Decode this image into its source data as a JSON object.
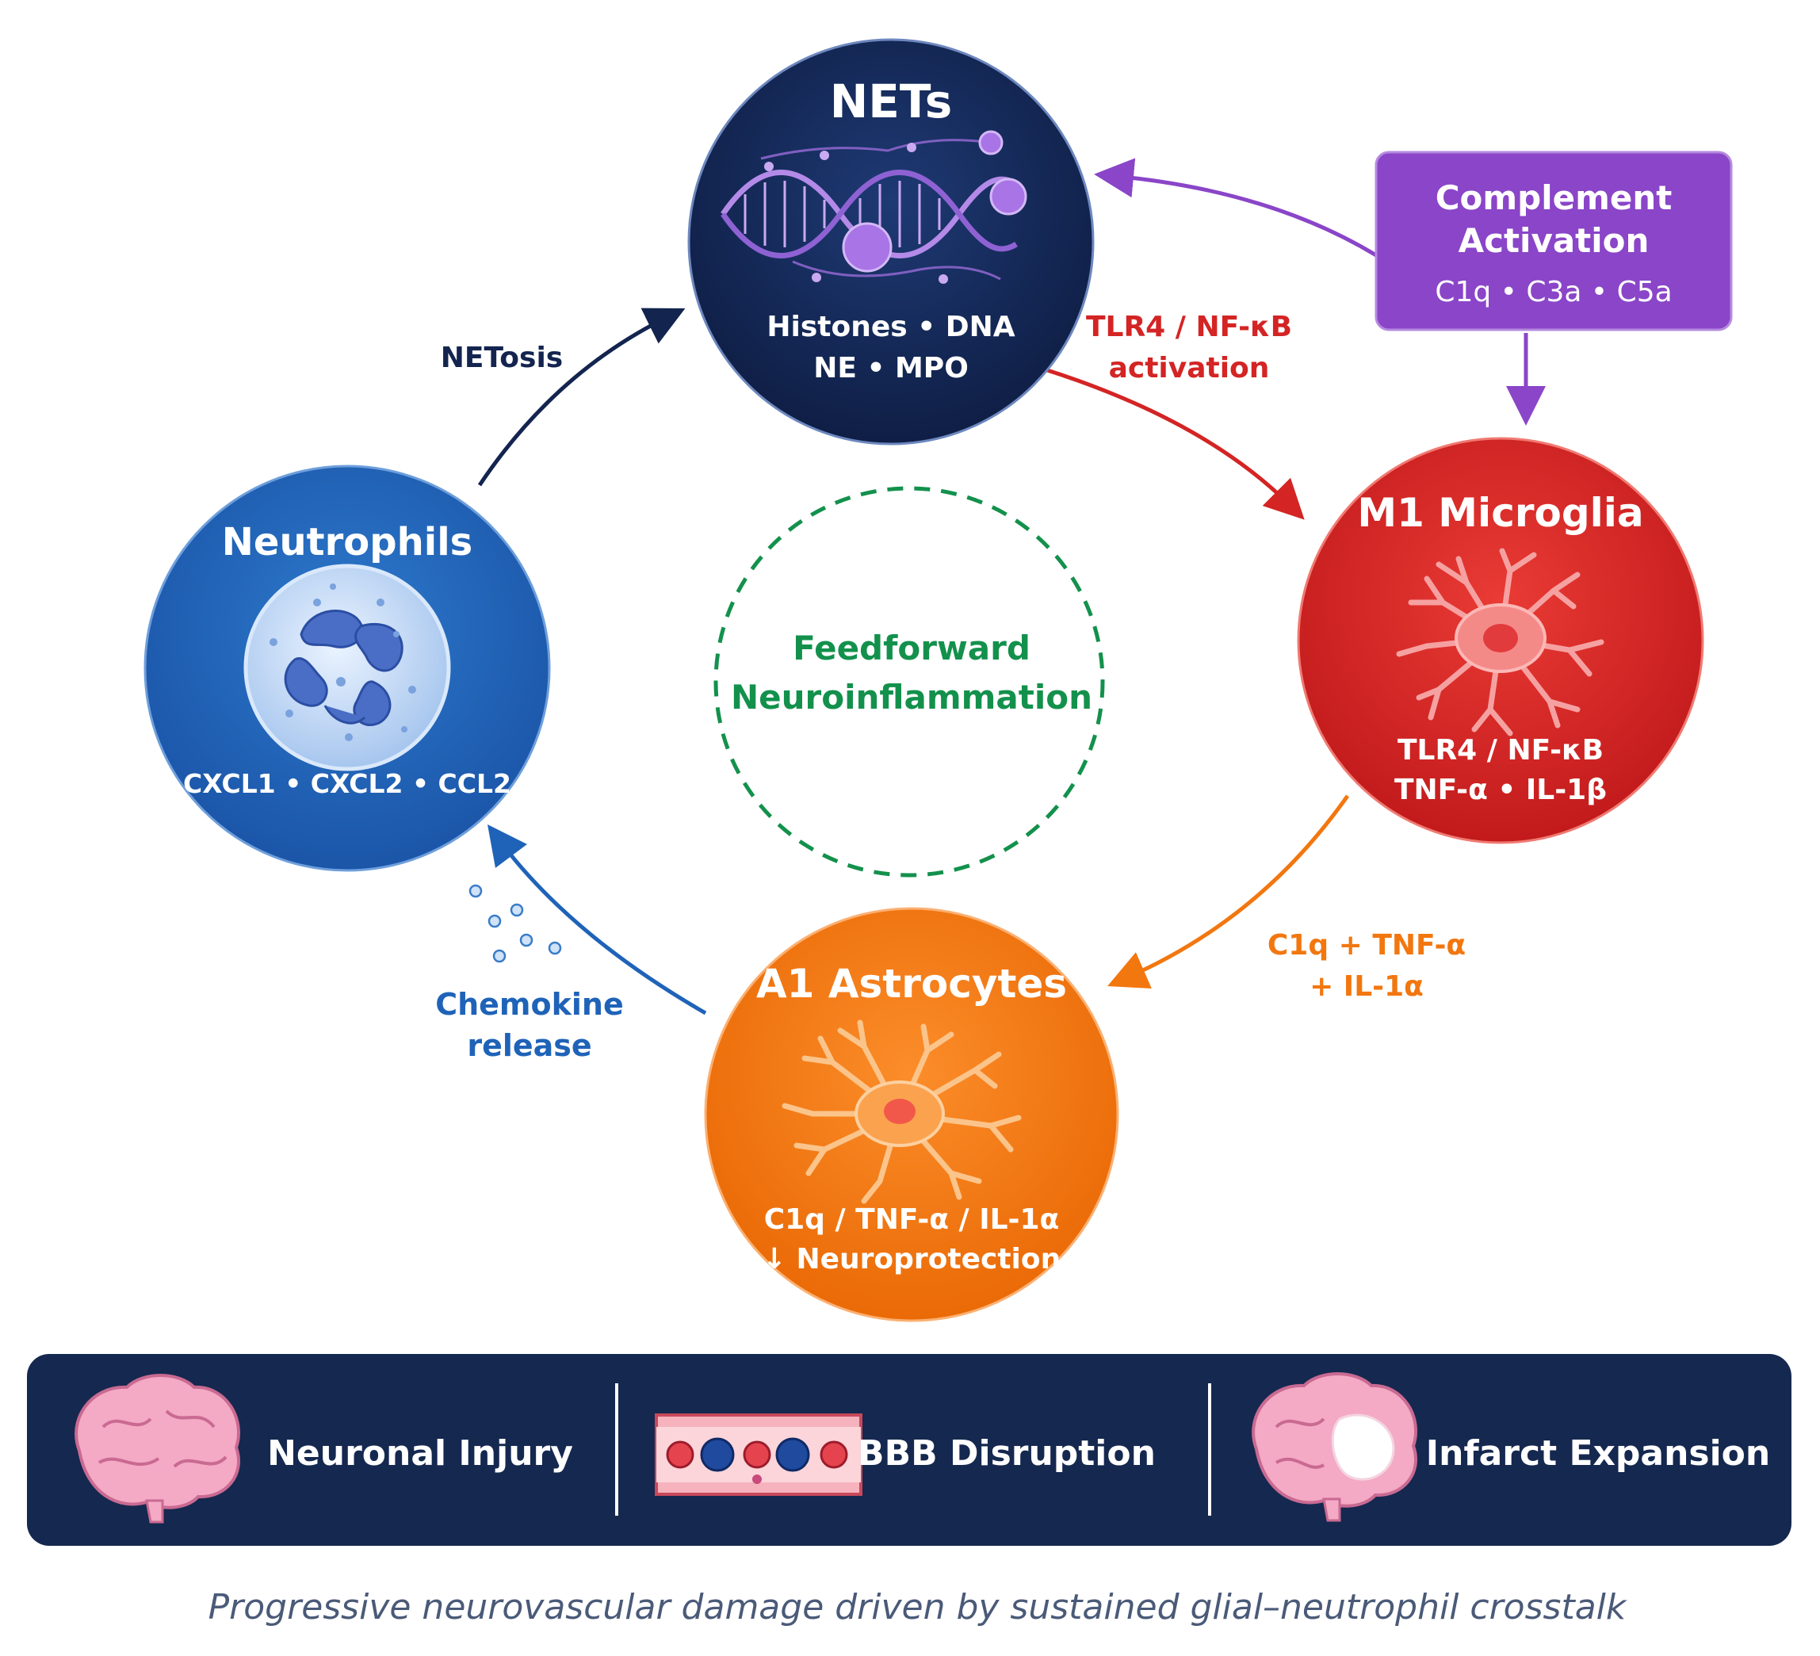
{
  "nodes": {
    "nets": {
      "title": "NETs",
      "line1": "Histones • DNA",
      "line2": "NE • MPO"
    },
    "complement": {
      "title1": "Complement",
      "title2": "Activation",
      "line1": "C1q • C3a • C5a"
    },
    "microglia": {
      "title": "M1 Microglia",
      "line1": "TLR4 / NF-κB",
      "line2": "TNF-α • IL-1β"
    },
    "astrocytes": {
      "title": "A1 Astrocytes",
      "line1": "C1q / TNF-α / IL-1α",
      "line2": "↓ Neuroprotection"
    },
    "neutrophils": {
      "title": "Neutrophils",
      "line1": "CXCL1 • CXCL2 • CCL2"
    },
    "center": {
      "line1": "Feedforward",
      "line2": "Neuroinflammation"
    }
  },
  "edges": {
    "netosis": "NETosis",
    "tlr4_line1": "TLR4 / NF-κB",
    "tlr4_line2": "activation",
    "c1q_line1": "C1q + TNF-α",
    "c1q_line2": "+ IL-1α",
    "chemokine_line1": "Chemokine",
    "chemokine_line2": "release"
  },
  "outcomes": [
    {
      "label": "Neuronal Injury",
      "icon": "brain-icon"
    },
    {
      "label": "BBB Disruption",
      "icon": "blood-vessel-icon"
    },
    {
      "label": "Infarct Expansion",
      "icon": "brain-infarct-icon"
    }
  ],
  "caption": "Progressive neurovascular damage driven by sustained glial–neutrophil crosstalk",
  "colors": {
    "nets": "#13244f",
    "complement": "#8a45c8",
    "microglia": "#d42424",
    "astrocytes": "#f2770f",
    "neutrophils": "#1f63b8",
    "center": "#13914c",
    "banner": "#15284f"
  }
}
